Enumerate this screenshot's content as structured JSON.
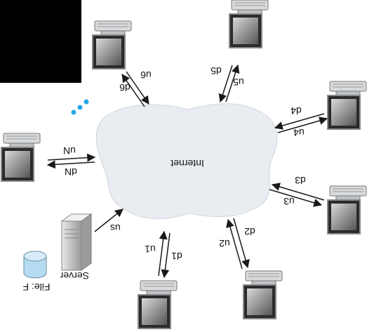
{
  "cloud": {
    "label": "Internet"
  },
  "server": {
    "label": "Server"
  },
  "file": {
    "label": "File: F"
  },
  "links": {
    "server_upload": "us",
    "peer_n": {
      "upload": "uN",
      "download": "dN"
    },
    "peer_6": {
      "upload": "u6",
      "download": "d6"
    },
    "peer_5": {
      "upload": "u5",
      "download": "d5"
    },
    "peer_4": {
      "upload": "u4",
      "download": "d4"
    },
    "peer_3": {
      "upload": "u3",
      "download": "d3"
    },
    "peer_2": {
      "upload": "u2",
      "download": "d2"
    },
    "peer_1": {
      "upload": "u1",
      "download": "d1"
    }
  },
  "colors": {
    "background": "#000000",
    "white_region": "#ffffff",
    "cloud_fill": "#e9edf1",
    "ellipsis_dots": "#27a7e6",
    "file_icon": "#b6dcf2",
    "arrow": "#1a1a1a"
  },
  "icons": [
    "computer-icon",
    "server-icon",
    "file-database-icon"
  ]
}
